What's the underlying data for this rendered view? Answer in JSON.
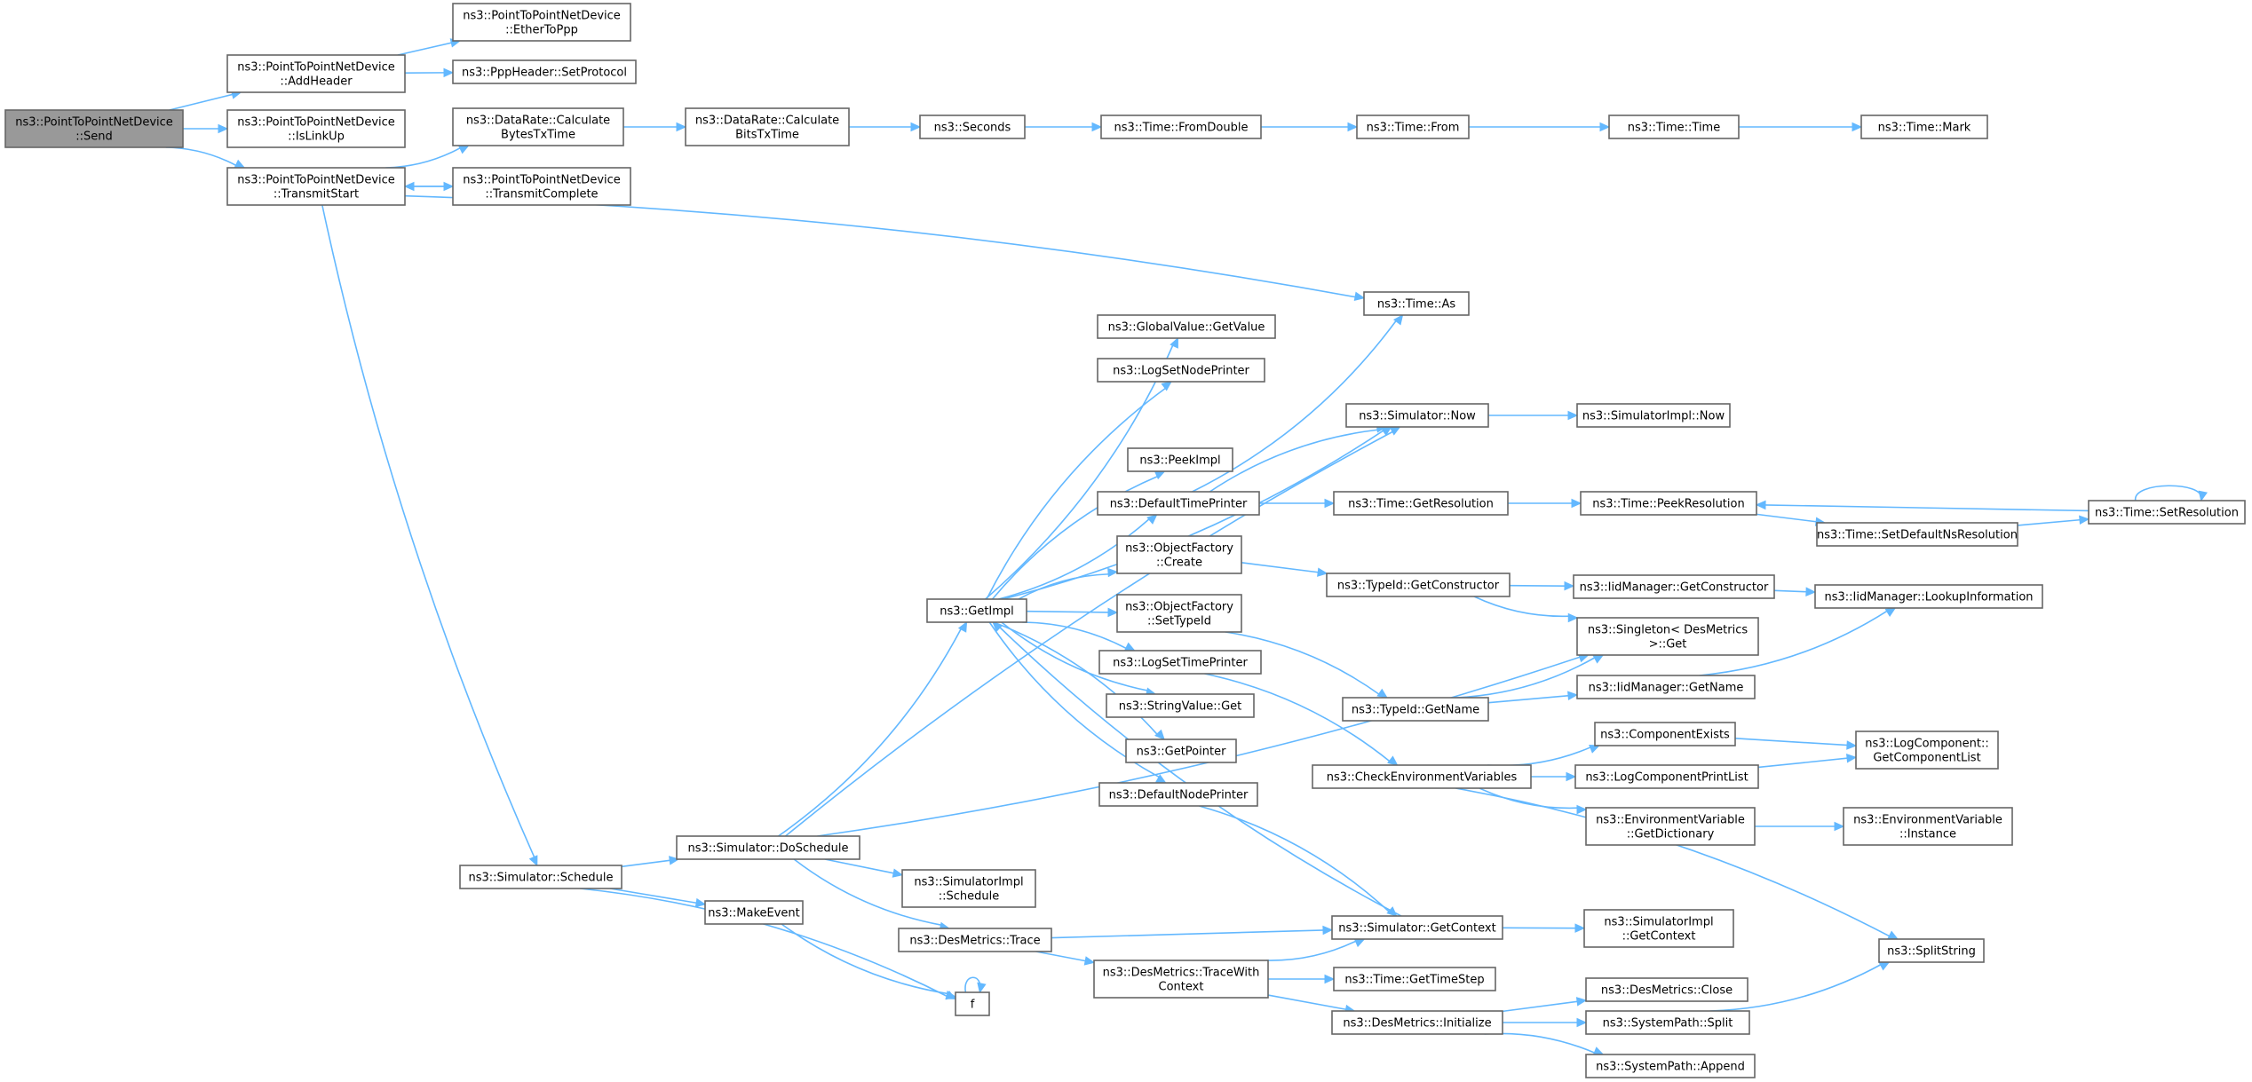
{
  "nodes": [
    {
      "id": "send",
      "lines": [
        "ns3::PointToPointNetDevice",
        "::Send"
      ],
      "root": true
    },
    {
      "id": "addHeader",
      "lines": [
        "ns3::PointToPointNetDevice",
        "::AddHeader"
      ]
    },
    {
      "id": "isLinkUp",
      "lines": [
        "ns3::PointToPointNetDevice",
        "::IsLinkUp"
      ]
    },
    {
      "id": "transmitStart",
      "lines": [
        "ns3::PointToPointNetDevice",
        "::TransmitStart"
      ]
    },
    {
      "id": "etherToPpp",
      "lines": [
        "ns3::PointToPointNetDevice",
        "::EtherToPpp"
      ]
    },
    {
      "id": "setProtocol",
      "lines": [
        "ns3::PppHeader::SetProtocol"
      ]
    },
    {
      "id": "calcBytes",
      "lines": [
        "ns3::DataRate::Calculate",
        "BytesTxTime"
      ]
    },
    {
      "id": "transmitComplete",
      "lines": [
        "ns3::PointToPointNetDevice",
        "::TransmitComplete"
      ]
    },
    {
      "id": "calcBits",
      "lines": [
        "ns3::DataRate::Calculate",
        "BitsTxTime"
      ]
    },
    {
      "id": "seconds",
      "lines": [
        "ns3::Seconds"
      ]
    },
    {
      "id": "fromDouble",
      "lines": [
        "ns3::Time::FromDouble"
      ]
    },
    {
      "id": "from",
      "lines": [
        "ns3::Time::From"
      ]
    },
    {
      "id": "timeTime",
      "lines": [
        "ns3::Time::Time"
      ]
    },
    {
      "id": "mark",
      "lines": [
        "ns3::Time::Mark"
      ]
    },
    {
      "id": "timeAs",
      "lines": [
        "ns3::Time::As"
      ]
    },
    {
      "id": "getValue",
      "lines": [
        "ns3::GlobalValue::GetValue"
      ]
    },
    {
      "id": "logSetNodePrinter",
      "lines": [
        "ns3::LogSetNodePrinter"
      ]
    },
    {
      "id": "simNow",
      "lines": [
        "ns3::Simulator::Now"
      ]
    },
    {
      "id": "implNow",
      "lines": [
        "ns3::SimulatorImpl::Now"
      ]
    },
    {
      "id": "peekImpl",
      "lines": [
        "ns3::PeekImpl"
      ]
    },
    {
      "id": "defaultTimePrinter",
      "lines": [
        "ns3::DefaultTimePrinter"
      ]
    },
    {
      "id": "getResolution",
      "lines": [
        "ns3::Time::GetResolution"
      ]
    },
    {
      "id": "peekResolution",
      "lines": [
        "ns3::Time::PeekResolution"
      ]
    },
    {
      "id": "setResolution",
      "lines": [
        "ns3::Time::SetResolution"
      ]
    },
    {
      "id": "setDefaultNs",
      "lines": [
        "ns3::Time::SetDefaultNsResolution"
      ]
    },
    {
      "id": "ofCreate",
      "lines": [
        "ns3::ObjectFactory",
        "::Create"
      ]
    },
    {
      "id": "getConstructor",
      "lines": [
        "ns3::TypeId::GetConstructor"
      ]
    },
    {
      "id": "iidGetConstructor",
      "lines": [
        "ns3::IidManager::GetConstructor"
      ]
    },
    {
      "id": "lookupInfo",
      "lines": [
        "ns3::IidManager::LookupInformation"
      ]
    },
    {
      "id": "getImpl",
      "lines": [
        "ns3::GetImpl"
      ]
    },
    {
      "id": "ofSetTypeId",
      "lines": [
        "ns3::ObjectFactory",
        "::SetTypeId"
      ]
    },
    {
      "id": "singletonGet",
      "lines": [
        "ns3::Singleton< DesMetrics",
        " >::Get"
      ]
    },
    {
      "id": "logSetTimePrinter",
      "lines": [
        "ns3::LogSetTimePrinter"
      ]
    },
    {
      "id": "typeGetName",
      "lines": [
        "ns3::TypeId::GetName"
      ]
    },
    {
      "id": "iidGetName",
      "lines": [
        "ns3::IidManager::GetName"
      ]
    },
    {
      "id": "stringValueGet",
      "lines": [
        "ns3::StringValue::Get"
      ]
    },
    {
      "id": "componentExists",
      "lines": [
        "ns3::ComponentExists"
      ]
    },
    {
      "id": "getComponentList",
      "lines": [
        "ns3::LogComponent::",
        "GetComponentList"
      ]
    },
    {
      "id": "getPointer",
      "lines": [
        "ns3::GetPointer"
      ]
    },
    {
      "id": "checkEnv",
      "lines": [
        "ns3::CheckEnvironmentVariables"
      ]
    },
    {
      "id": "logComponentPrintList",
      "lines": [
        "ns3::LogComponentPrintList"
      ]
    },
    {
      "id": "defaultNodePrinter",
      "lines": [
        "ns3::DefaultNodePrinter"
      ]
    },
    {
      "id": "envGetDictionary",
      "lines": [
        "ns3::EnvironmentVariable",
        "::GetDictionary"
      ]
    },
    {
      "id": "envInstance",
      "lines": [
        "ns3::EnvironmentVariable",
        "::Instance"
      ]
    },
    {
      "id": "doSchedule",
      "lines": [
        "ns3::Simulator::DoSchedule"
      ]
    },
    {
      "id": "schedule",
      "lines": [
        "ns3::Simulator::Schedule"
      ]
    },
    {
      "id": "implSchedule",
      "lines": [
        "ns3::SimulatorImpl",
        "::Schedule"
      ]
    },
    {
      "id": "makeEvent",
      "lines": [
        "ns3::MakeEvent"
      ]
    },
    {
      "id": "desTrace",
      "lines": [
        "ns3::DesMetrics::Trace"
      ]
    },
    {
      "id": "simGetContext",
      "lines": [
        "ns3::Simulator::GetContext"
      ]
    },
    {
      "id": "implGetContext",
      "lines": [
        "ns3::SimulatorImpl",
        "::GetContext"
      ]
    },
    {
      "id": "splitString",
      "lines": [
        "ns3::SplitString"
      ]
    },
    {
      "id": "traceWithContext",
      "lines": [
        "ns3::DesMetrics::TraceWith",
        "Context"
      ]
    },
    {
      "id": "getTimeStep",
      "lines": [
        "ns3::Time::GetTimeStep"
      ]
    },
    {
      "id": "desClose",
      "lines": [
        "ns3::DesMetrics::Close"
      ]
    },
    {
      "id": "f",
      "lines": [
        "f"
      ]
    },
    {
      "id": "desInitialize",
      "lines": [
        "ns3::DesMetrics::Initialize"
      ]
    },
    {
      "id": "pathSplit",
      "lines": [
        "ns3::SystemPath::Split"
      ]
    },
    {
      "id": "pathAppend",
      "lines": [
        "ns3::SystemPath::Append"
      ]
    }
  ],
  "edges": [
    [
      "send",
      "addHeader"
    ],
    [
      "send",
      "isLinkUp"
    ],
    [
      "send",
      "transmitStart"
    ],
    [
      "addHeader",
      "etherToPpp"
    ],
    [
      "addHeader",
      "setProtocol"
    ],
    [
      "transmitStart",
      "calcBytes"
    ],
    [
      "transmitStart",
      "transmitComplete"
    ],
    [
      "transmitComplete",
      "transmitStart"
    ],
    [
      "transmitStart",
      "timeAs"
    ],
    [
      "transmitStart",
      "schedule"
    ],
    [
      "calcBytes",
      "calcBits"
    ],
    [
      "calcBits",
      "seconds"
    ],
    [
      "seconds",
      "fromDouble"
    ],
    [
      "fromDouble",
      "from"
    ],
    [
      "from",
      "timeTime"
    ],
    [
      "timeTime",
      "mark"
    ],
    [
      "simNow",
      "implNow"
    ],
    [
      "defaultTimePrinter",
      "timeAs"
    ],
    [
      "defaultTimePrinter",
      "simNow"
    ],
    [
      "defaultTimePrinter",
      "getResolution"
    ],
    [
      "getResolution",
      "peekResolution"
    ],
    [
      "peekResolution",
      "setDefaultNs"
    ],
    [
      "setDefaultNs",
      "setResolution"
    ],
    [
      "setResolution",
      "peekResolution"
    ],
    [
      "setResolution",
      "setResolution"
    ],
    [
      "ofCreate",
      "getConstructor"
    ],
    [
      "getConstructor",
      "iidGetConstructor"
    ],
    [
      "getConstructor",
      "singletonGet"
    ],
    [
      "iidGetConstructor",
      "lookupInfo"
    ],
    [
      "getImpl",
      "getValue"
    ],
    [
      "getImpl",
      "logSetNodePrinter"
    ],
    [
      "getImpl",
      "simNow"
    ],
    [
      "getImpl",
      "peekImpl"
    ],
    [
      "getImpl",
      "defaultTimePrinter"
    ],
    [
      "getImpl",
      "ofCreate"
    ],
    [
      "getImpl",
      "ofSetTypeId"
    ],
    [
      "getImpl",
      "logSetTimePrinter"
    ],
    [
      "getImpl",
      "stringValueGet"
    ],
    [
      "getImpl",
      "getPointer"
    ],
    [
      "getImpl",
      "defaultNodePrinter"
    ],
    [
      "ofSetTypeId",
      "typeGetName"
    ],
    [
      "typeGetName",
      "singletonGet"
    ],
    [
      "typeGetName",
      "iidGetName"
    ],
    [
      "iidGetName",
      "lookupInfo"
    ],
    [
      "logSetTimePrinter",
      "checkEnv"
    ],
    [
      "checkEnv",
      "componentExists"
    ],
    [
      "checkEnv",
      "logComponentPrintList"
    ],
    [
      "checkEnv",
      "envGetDictionary"
    ],
    [
      "checkEnv",
      "splitString"
    ],
    [
      "componentExists",
      "getComponentList"
    ],
    [
      "logComponentPrintList",
      "getComponentList"
    ],
    [
      "envGetDictionary",
      "envInstance"
    ],
    [
      "defaultNodePrinter",
      "simGetContext"
    ],
    [
      "doSchedule",
      "getImpl"
    ],
    [
      "doSchedule",
      "simNow"
    ],
    [
      "doSchedule",
      "singletonGet"
    ],
    [
      "doSchedule",
      "implSchedule"
    ],
    [
      "doSchedule",
      "desTrace"
    ],
    [
      "schedule",
      "doSchedule"
    ],
    [
      "schedule",
      "makeEvent"
    ],
    [
      "schedule",
      "f"
    ],
    [
      "makeEvent",
      "f"
    ],
    [
      "f",
      "f"
    ],
    [
      "desTrace",
      "simGetContext"
    ],
    [
      "desTrace",
      "traceWithContext"
    ],
    [
      "simGetContext",
      "implGetContext"
    ],
    [
      "simGetContext",
      "getImpl"
    ],
    [
      "traceWithContext",
      "simGetContext"
    ],
    [
      "traceWithContext",
      "getTimeStep"
    ],
    [
      "traceWithContext",
      "desInitialize"
    ],
    [
      "desInitialize",
      "desClose"
    ],
    [
      "desInitialize",
      "pathSplit"
    ],
    [
      "desInitialize",
      "pathAppend"
    ],
    [
      "pathSplit",
      "splitString"
    ]
  ]
}
